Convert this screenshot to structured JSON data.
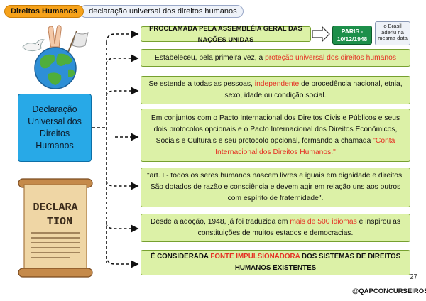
{
  "header": {
    "title": "Direitos Humanos",
    "subtitle": "declaração universal dos direitos humanos"
  },
  "central_box": {
    "line1": "Declaração",
    "line2": "Universal dos",
    "line3": "Direitos Humanos"
  },
  "scroll": {
    "line1": "DECLARA",
    "line2": "TION"
  },
  "facts": [
    {
      "parts": [
        {
          "text": "PROCLAMADA PELA ASSEMBLÉIA GERAL DAS NAÇÕES UNIDAS",
          "style": "normal"
        }
      ]
    },
    {
      "parts": [
        {
          "text": "Estabeleceu, pela primeira vez, a ",
          "style": "normal"
        },
        {
          "text": "proteção universal dos direitos humanos",
          "style": "red"
        }
      ]
    },
    {
      "parts": [
        {
          "text": "Se estende a todas as pessoas, ",
          "style": "normal"
        },
        {
          "text": "independente",
          "style": "red"
        },
        {
          "text": " de procedência nacional, etnia, sexo, idade ou condição social.",
          "style": "normal"
        }
      ]
    },
    {
      "parts": [
        {
          "text": "Em conjuntos com o Pacto Internacional dos Direitos Civis e Públicos e seus dois protocolos opcionais e o Pacto Internacional dos Direitos Econômicos, Sociais e Culturais e seu protocolo opcional, formando a chamada ",
          "style": "normal"
        },
        {
          "text": "\"Conta Internacional dos Direitos Humanos.\"",
          "style": "red"
        }
      ]
    },
    {
      "parts": [
        {
          "text": "\"art. I - todos os seres humanos nascem livres e iguais em dignidade e direitos. São dotados de razão e consciência e devem agir em relação uns aos outros com espírito de fraternidade\".",
          "style": "normal"
        }
      ]
    },
    {
      "parts": [
        {
          "text": "Desde a adoção, 1948, já foi traduzida em ",
          "style": "normal"
        },
        {
          "text": "mais de 500 idiomas",
          "style": "red"
        },
        {
          "text": " e inspirou as constituições de muitos estados e democracias.",
          "style": "normal"
        }
      ]
    },
    {
      "parts": [
        {
          "text": "É CONSIDERADA ",
          "style": "normal"
        },
        {
          "text": "FONTE IMPULSIONADORA",
          "style": "red"
        },
        {
          "text": " DOS SISTEMAS DE DIREITOS HUMANOS EXISTENTES",
          "style": "normal"
        }
      ]
    }
  ],
  "paris_box": {
    "line1": "PARIS  -",
    "line2": "10/12/1948"
  },
  "brasil_box": {
    "line1": "o Brasil",
    "line2": "aderiu na",
    "line3": "mesma data"
  },
  "footer": {
    "page": "27",
    "handle": "@QAPCONCURSEIROS"
  },
  "colors": {
    "box_fill": "#dcf1a7",
    "box_border": "#76a02f",
    "highlight_red": "#e53124",
    "central_blue": "#28a9e7",
    "header_orange": "#f6a21a",
    "paris_green": "#1d8f4a"
  },
  "icons": [
    "globe-icon",
    "peace-hand-icon",
    "dove-icon",
    "flag-icon",
    "scroll-icon",
    "arrow-right-icon"
  ]
}
